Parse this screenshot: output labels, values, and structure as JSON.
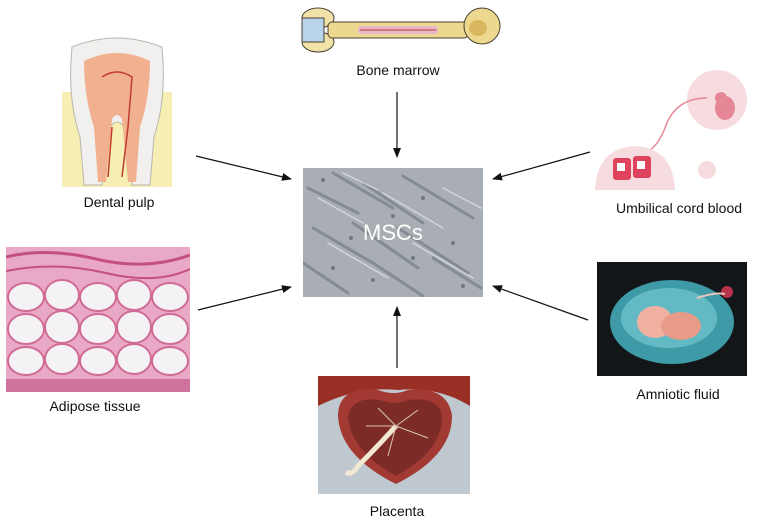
{
  "center": {
    "label": "MSCs"
  },
  "sources": {
    "bone_marrow": "Bone marrow",
    "dental_pulp": "Dental pulp",
    "umbilical_cord_blood": "Umbilical cord blood",
    "adipose_tissue": "Adipose tissue",
    "amniotic_fluid": "Amniotic fluid",
    "placenta": "Placenta"
  }
}
